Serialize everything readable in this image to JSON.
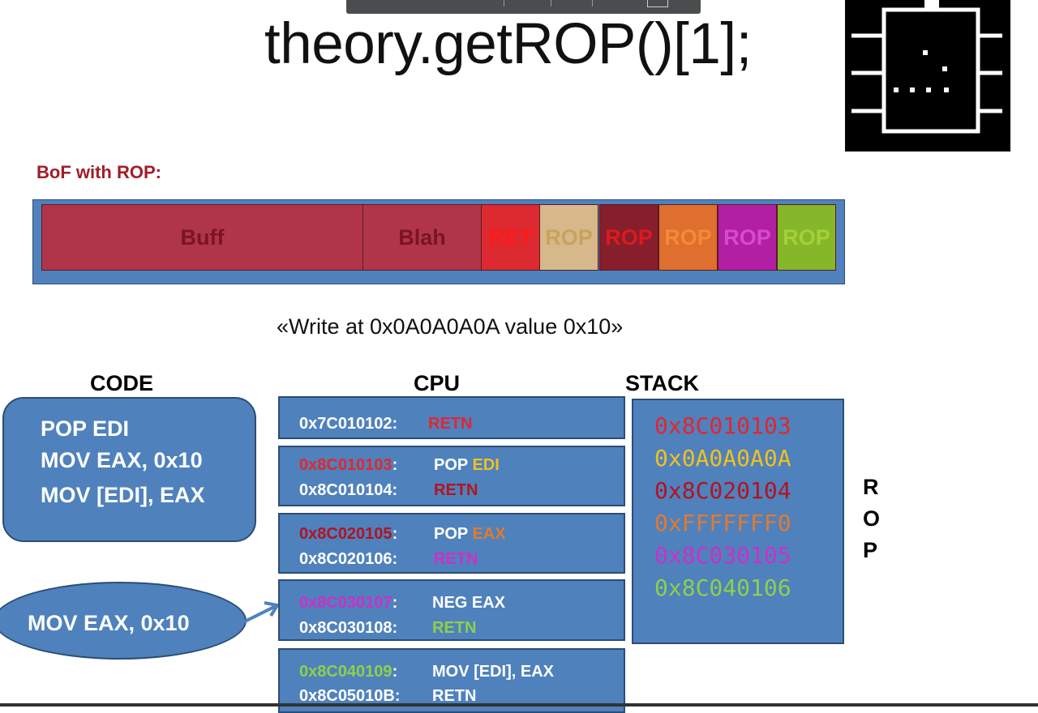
{
  "slide": {
    "title": "theory.getROP()[1];",
    "bof_label": "BoF with ROP:",
    "caption": "«Write at 0x0A0A0A0A value 0x10»"
  },
  "bof": {
    "segments": [
      {
        "label": "Buff",
        "fill": "#b0354a",
        "text_color": "#7a1520"
      },
      {
        "label": "Blah",
        "fill": "#b0354a",
        "text_color": "#7a1520"
      },
      {
        "label": "RET",
        "fill": "#dc2a30",
        "text_color": "#ff1a1a"
      },
      {
        "label": "ROP",
        "fill": "#d6b88a",
        "text_color": "#c8a25e"
      },
      {
        "label": "ROP",
        "fill": "#861f2b",
        "text_color": "#e01820"
      },
      {
        "label": "ROP",
        "fill": "#de6f2e",
        "text_color": "#f58a36"
      },
      {
        "label": "ROP",
        "fill": "#b21fa4",
        "text_color": "#d64ad0"
      },
      {
        "label": "ROP",
        "fill": "#86b62a",
        "text_color": "#a6d03a"
      }
    ]
  },
  "headers": {
    "code": "CODE",
    "cpu": "CPU",
    "stack": "STACK"
  },
  "code": {
    "lines": [
      "POP EDI",
      "MOV EAX, 0x10",
      "MOV [EDI], EAX"
    ],
    "alt": "MOV EAX, 0x10"
  },
  "cpu": {
    "blocks": [
      {
        "rows": [
          {
            "addr": "0x7C010102:",
            "addr_color": "#ffffff",
            "op": "RETN",
            "op_color": "#e3262d",
            "arg": "",
            "arg_color": ""
          }
        ]
      },
      {
        "rows": [
          {
            "addr": "0x8C010103",
            "addr_color": "#e3262d",
            "sep": ":",
            "op": "POP ",
            "op_color": "#ffffff",
            "arg": "EDI",
            "arg_color": "#f2c01e"
          },
          {
            "addr": "0x8C010104:",
            "addr_color": "#ffffff",
            "op": "RETN",
            "op_color": "#b3131f",
            "arg": "",
            "arg_color": ""
          }
        ]
      },
      {
        "rows": [
          {
            "addr": "0x8C020105",
            "addr_color": "#b3131f",
            "sep": ":",
            "op": "POP ",
            "op_color": "#ffffff",
            "arg": "EAX",
            "arg_color": "#e37a2e"
          },
          {
            "addr": "0x8C020106:",
            "addr_color": "#ffffff",
            "op": "RETN",
            "op_color": "#cc2fc8",
            "arg": "",
            "arg_color": ""
          }
        ]
      },
      {
        "rows": [
          {
            "addr": "0x8C030107",
            "addr_color": "#cc2fc8",
            "sep": ":",
            "op": "NEG EAX",
            "op_color": "#ffffff",
            "arg": "",
            "arg_color": ""
          },
          {
            "addr": "0x8C030108:",
            "addr_color": "#ffffff",
            "op": "RETN",
            "op_color": "#8ed04a",
            "arg": "",
            "arg_color": ""
          }
        ]
      },
      {
        "rows": [
          {
            "addr": "0x8C040109",
            "addr_color": "#8ed04a",
            "sep": ":",
            "op": "MOV [EDI], EAX",
            "op_color": "#ffffff",
            "arg": "",
            "arg_color": ""
          },
          {
            "addr": "0x8C05010B:",
            "addr_color": "#ffffff",
            "op": "RETN",
            "op_color": "#ffffff",
            "arg": "",
            "arg_color": ""
          }
        ]
      }
    ]
  },
  "stack": {
    "values": [
      {
        "text": "0x8C010103",
        "color": "#e3262d"
      },
      {
        "text": "0x0A0A0A0A",
        "color": "#f2c01e"
      },
      {
        "text": "0x8C020104",
        "color": "#b3131f"
      },
      {
        "text": "0xFFFFFFF0",
        "color": "#e37a2e"
      },
      {
        "text": "0x8C030105",
        "color": "#cc2fc8"
      },
      {
        "text": "0x8C040106",
        "color": "#8ed04a"
      }
    ]
  },
  "rop_side_label": [
    "R",
    "O",
    "P"
  ]
}
